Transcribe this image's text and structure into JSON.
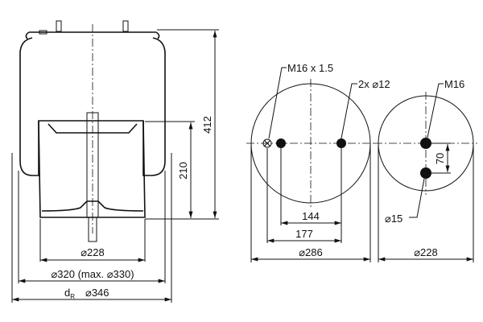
{
  "side_view": {
    "height_total": "412",
    "height_piston": "210",
    "piston_diameter": "⌀228",
    "bellows_diameter": "⌀320 (max. ⌀330)",
    "dr_label": "d",
    "dr_sub": "R",
    "dr_value": "⌀346"
  },
  "top_plate_view": {
    "air_port": "M16 x 1.5",
    "holes": "2x ⌀12",
    "spacing_inner": "144",
    "spacing_outer": "177",
    "diameter": "⌀286"
  },
  "bottom_plate_view": {
    "thread": "M16",
    "hole": "⌀15",
    "offset": "70",
    "diameter": "⌀228"
  }
}
